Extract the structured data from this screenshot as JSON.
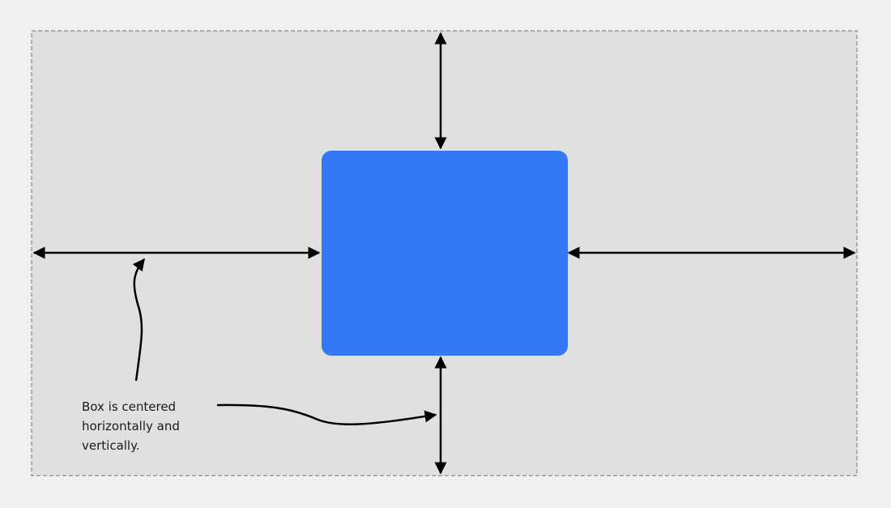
{
  "diagram": {
    "annotation_lines": [
      "Box is centered",
      "horizontally and",
      "vertically."
    ],
    "colors": {
      "background": "#f0f0f0",
      "container_fill": "#e0e0e0",
      "container_border": "#999999",
      "box_fill": "#3478f6",
      "arrow": "#000000"
    }
  }
}
